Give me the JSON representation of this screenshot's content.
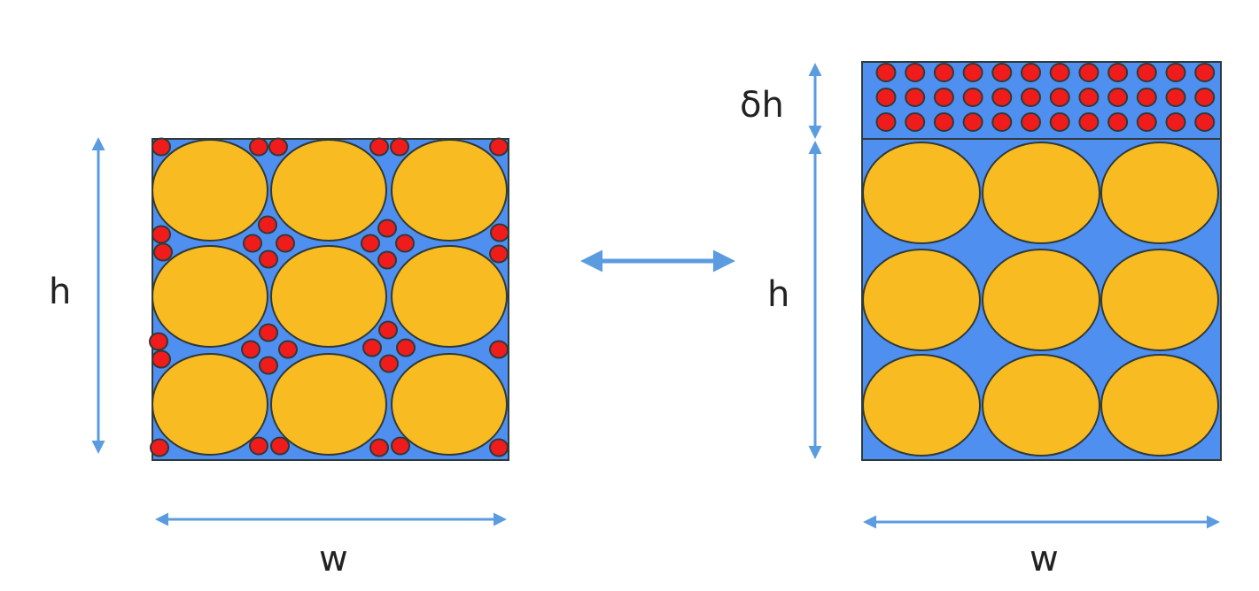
{
  "left_panel": {
    "height_label": "h",
    "width_label": "w"
  },
  "right_panel": {
    "delta_label": "δh",
    "height_label": "h",
    "width_label": "w"
  },
  "colors": {
    "matrix": "#4f8ff0",
    "large_particle": "#f8bb22",
    "small_particle": "#f01c1c",
    "arrow": "#5b9be0",
    "outline": "#2f3a3a"
  }
}
